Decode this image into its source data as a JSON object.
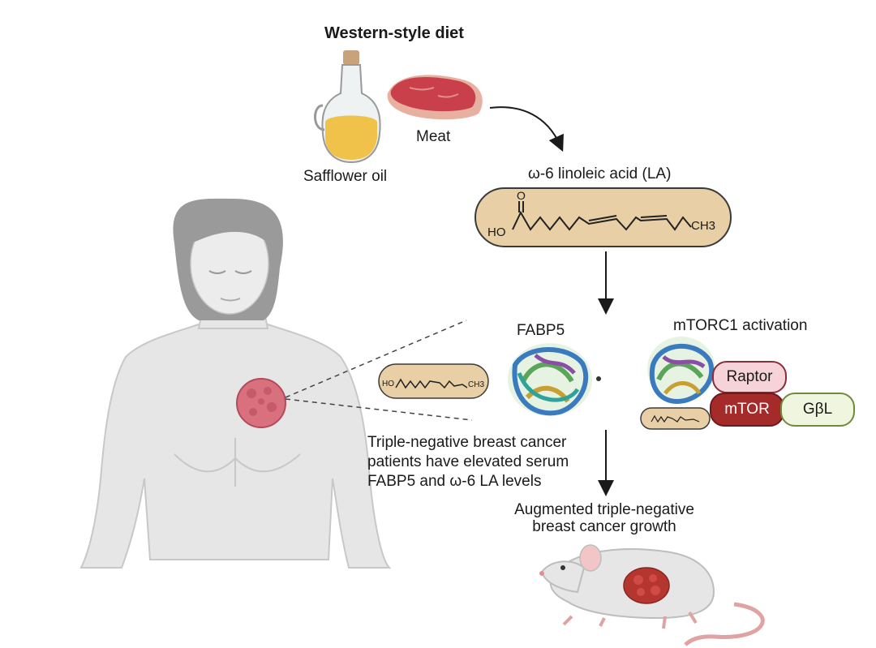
{
  "diet": {
    "title": "Western-style diet",
    "oil_label": "Safflower oil",
    "meat_label": "Meat"
  },
  "la": {
    "title": "ω-6 linoleic acid (LA)",
    "ho": "HO",
    "ch3": "CH3",
    "o": "O"
  },
  "fabp5": {
    "label": "FABP5",
    "ho": "HO",
    "ch3": "CH3"
  },
  "mtorc1": {
    "label": "mTORC1 activation",
    "raptor": "Raptor",
    "mtor": "mTOR",
    "gbl": "GβL"
  },
  "patients_text": [
    "Triple-negative breast cancer",
    "patients have elevated serum",
    "FABP5 and ω-6 LA levels"
  ],
  "outcome_text": [
    "Augmented triple-negative",
    "breast cancer growth"
  ],
  "colors": {
    "capsule_fill": "#e8cfa6",
    "capsule_stroke": "#3a3a3a",
    "raptor": "#f6d3d8",
    "mtor": "#a52a2a",
    "gbl": "#f0f5df",
    "tumor": "#d9707e",
    "skin": "#e6e6e6",
    "hair": "#9a9a9a"
  }
}
